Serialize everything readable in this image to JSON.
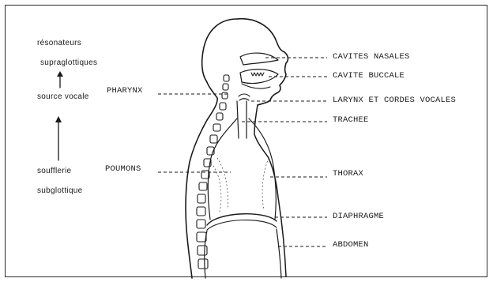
{
  "left_labels": {
    "resonators_line1": "résonateurs",
    "resonators_line2": "supraglottiques",
    "source": "source vocale",
    "bellows_line1": "soufflerie",
    "bellows_line2": "subglottique"
  },
  "anatomy_left": {
    "pharynx": "PHARYNX",
    "poumons": "POUMONS"
  },
  "anatomy_right": {
    "cavites_nasales": "CAVITES NASALES",
    "cavite_buccale": "CAVITE BUCCALE",
    "larynx": "LARYNX ET CORDES VOCALES",
    "trachee": "TRACHEE",
    "thorax": "THORAX",
    "diaphragme": "DIAPHRAGME",
    "abdomen": "ABDOMEN"
  }
}
